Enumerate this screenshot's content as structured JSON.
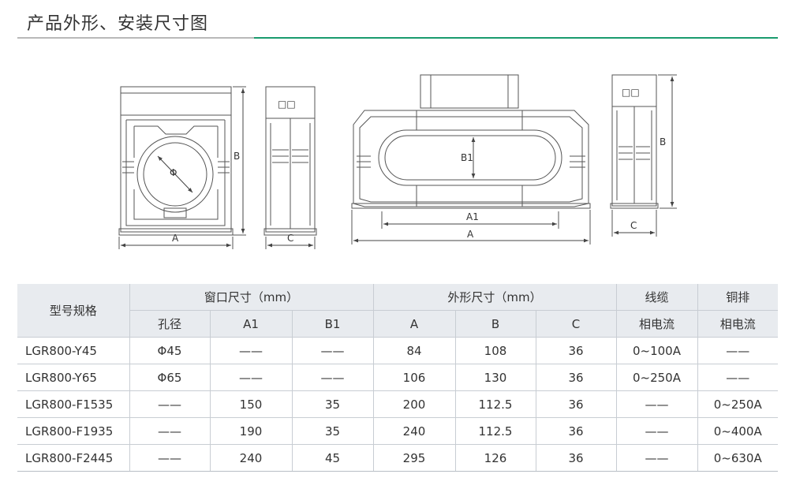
{
  "section_title": "产品外形、安装尺寸图",
  "drawing_labels": {
    "phi": "Φ",
    "a": "A",
    "b": "B",
    "c": "C",
    "a1": "A1",
    "b1": "B1",
    "box": "□□"
  },
  "table": {
    "header_row1": {
      "model": "型号规格",
      "window": "窗口尺寸（mm）",
      "outline": "外形尺寸（mm）",
      "cable": "线缆",
      "busbar": "铜排"
    },
    "header_row2": [
      "孔径",
      "A1",
      "B1",
      "A",
      "B",
      "C",
      "相电流",
      "相电流"
    ],
    "rows": [
      [
        "LGR800-Y45",
        "Φ45",
        "——",
        "——",
        "84",
        "108",
        "36",
        "0~100A",
        "——"
      ],
      [
        "LGR800-Y65",
        "Φ65",
        "——",
        "——",
        "106",
        "130",
        "36",
        "0~250A",
        "——"
      ],
      [
        "LGR800-F1535",
        "——",
        "150",
        "35",
        "200",
        "112.5",
        "36",
        "——",
        "0~250A"
      ],
      [
        "LGR800-F1935",
        "——",
        "190",
        "35",
        "240",
        "112.5",
        "36",
        "——",
        "0~400A"
      ],
      [
        "LGR800-F2445",
        "——",
        "240",
        "45",
        "295",
        "126",
        "36",
        "——",
        "0~630A"
      ]
    ]
  }
}
